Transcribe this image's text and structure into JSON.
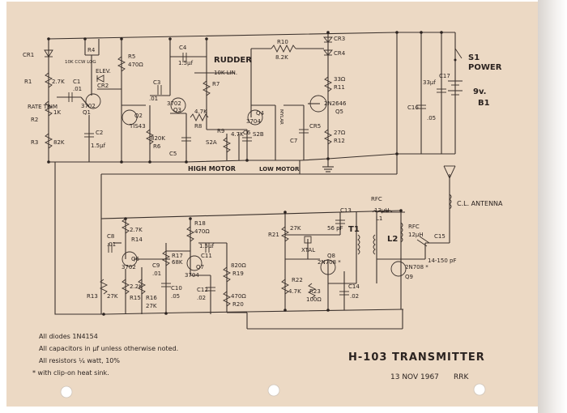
{
  "title": "H-103 TRANSMITTER",
  "date": "13 NOV 1967",
  "initials": "RRK",
  "notes": [
    "All diodes 1N4154",
    "All capacitors in µf unless otherwise noted.",
    "All resistors ¼ watt, 10%",
    "* with clip-on heat sink."
  ],
  "labels": {
    "cr1": "CR1",
    "r1": "R1",
    "rate_trim": "RATE TRIM",
    "r2": "R2",
    "r3": "R3",
    "r3_val": "82K",
    "r1_val": "2.7K",
    "r2_val": "1K",
    "r4": "R4",
    "r4_spec": "10K CCW LOG",
    "elev": "ELEV.",
    "c1": "C1",
    "c1_val": ".01",
    "cr2": "CR2",
    "q1": "Q1",
    "q1_type": "3702",
    "c2": "C2",
    "c2_val": "1.5µf",
    "r5": "R5",
    "r5_val": "470Ω",
    "q2": "Q2",
    "q2_type": "TIS43",
    "r6": "R6",
    "r6_val": "820K",
    "c3": "C3",
    "c3_val": ".01",
    "q3": "Q3",
    "q3_type": "3702",
    "c4": "C4",
    "c4_val": "1.5µf",
    "c5": "C5",
    "rudder": "RUDDER",
    "r7_spec": "10K LIN.",
    "r7": "R7",
    "r8": "R8",
    "r8_val": "4.7K",
    "r9": "R9",
    "r9_val": "4.7K",
    "c6": "C6",
    "s2a": "S2A",
    "high_motor": "HIGH MOTOR",
    "low_motor": "LOW MOTOR",
    "q4": "Q4",
    "q4_type": "3704",
    "s2b": "S2B",
    "mylar": "MYLAR",
    "c7": "C7",
    "r10": "R10",
    "r10_val": "8.2K",
    "cr3": "CR3",
    "cr4": "CR4",
    "r11": "R11",
    "r11_val": "33Ω",
    "q5": "Q5",
    "q5_type": "2N2646",
    "cr5": "CR5",
    "r12": "R12",
    "r12_val": "27Ω",
    "c16": "C16",
    "c16_val": ".05",
    "c17": "C17",
    "c17_val": "33µf",
    "s1": "S1",
    "power": "POWER",
    "batt": "9v.",
    "b1": "B1",
    "c8": "C8",
    "c8_val": ".01",
    "r14": "R14",
    "r14_val": "2.7K",
    "q6": "Q6",
    "q6_type": "3702",
    "r13": "R13",
    "r13_val": "27K",
    "r15": "R15",
    "r15_val": "2.2K",
    "r16": "R16",
    "r16_val": "27K",
    "r17": "R17",
    "r17_val": "68K",
    "c9": "C9",
    "c9_val": ".01",
    "r18": "R18",
    "r18_val": "470Ω",
    "c11": "C11",
    "c11_val": "1.5µf",
    "q7": "Q7",
    "q7_type": "3704",
    "c10": "C10",
    "c10_val": ".05",
    "c12": "C12",
    "c12_val": ".02",
    "r19": "R19",
    "r19_val": "820Ω",
    "r20": "R20",
    "r20_val": "470Ω",
    "r21": "R21",
    "r21_val": "27K",
    "c13": "C13",
    "c13_val": "56 pF",
    "xtal": "XTAL",
    "q8": "Q8",
    "q8_type": "2N708 *",
    "r22": "R22",
    "r22_val": "4.7K",
    "r23": "R23",
    "r23_val": "100Ω",
    "c14": "C14",
    "c14_val": ".02",
    "t1": "T1",
    "rfc": "RFC",
    "rfc_val": "12µH",
    "l1": "L1",
    "rfc2": "RFC",
    "rfc2_val": "12µH",
    "l2": "L2",
    "c15": "C15",
    "c15_range": "14-150 pF",
    "q9": "Q9",
    "q9_type": "2N708 *",
    "antenna": "C.L. ANTENNA"
  }
}
